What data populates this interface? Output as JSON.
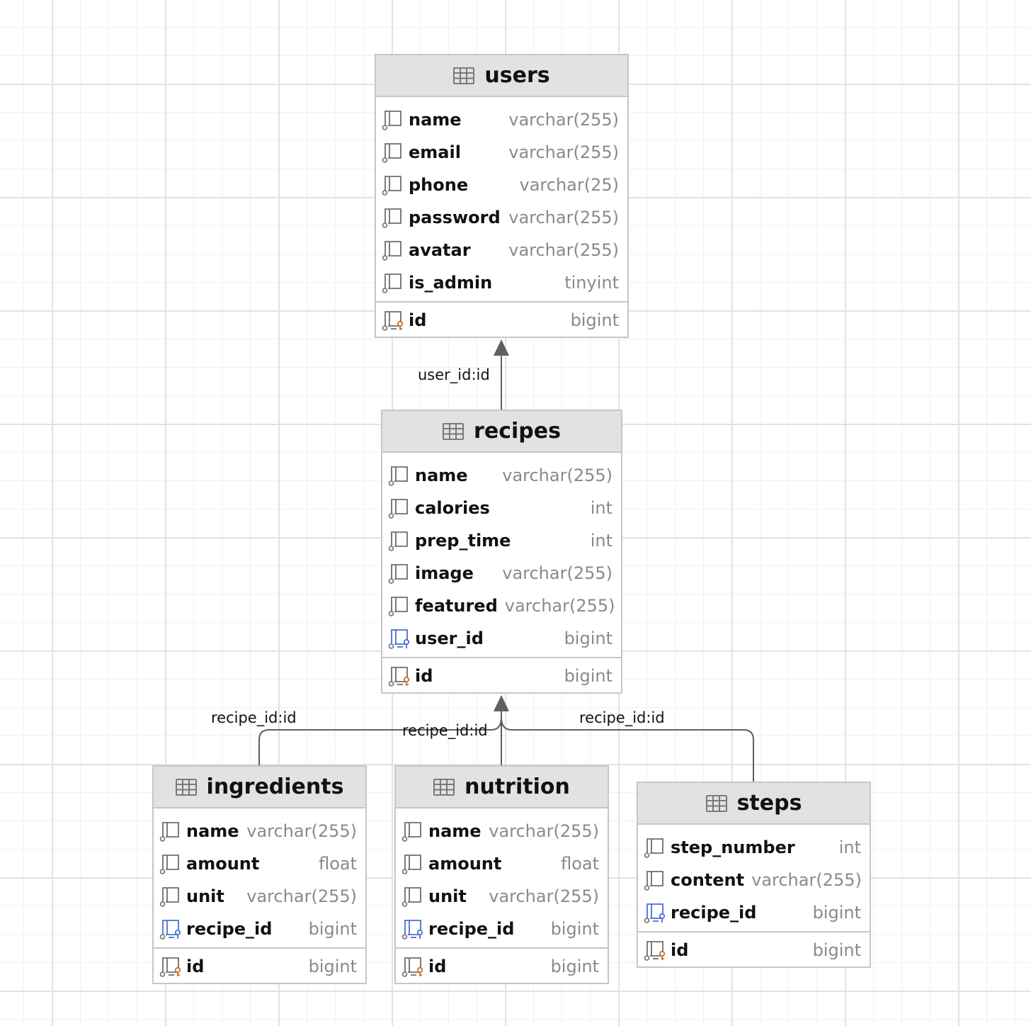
{
  "colors": {
    "header_bg": "#e2e2e2",
    "border": "#c6c6c6",
    "type_text": "#8a8a8a",
    "name_text": "#111111",
    "column_icon": "#6e6e6e",
    "foreign_key_icon": "#4a6fd6",
    "primary_key_icon": "#c8702a",
    "connector": "#5f5f5f"
  },
  "entities": {
    "users": {
      "name": "users",
      "columns": [
        {
          "name": "name",
          "type": "varchar(255)",
          "icon": "column-icon"
        },
        {
          "name": "email",
          "type": "varchar(255)",
          "icon": "column-icon"
        },
        {
          "name": "phone",
          "type": "varchar(25)",
          "icon": "column-icon"
        },
        {
          "name": "password",
          "type": "varchar(255)",
          "icon": "column-icon"
        },
        {
          "name": "avatar",
          "type": "varchar(255)",
          "icon": "column-icon"
        },
        {
          "name": "is_admin",
          "type": "tinyint",
          "icon": "column-icon"
        }
      ],
      "primary_key": {
        "name": "id",
        "type": "bigint",
        "icon": "primary-key-icon"
      }
    },
    "recipes": {
      "name": "recipes",
      "columns": [
        {
          "name": "name",
          "type": "varchar(255)",
          "icon": "column-icon"
        },
        {
          "name": "calories",
          "type": "int",
          "icon": "column-icon"
        },
        {
          "name": "prep_time",
          "type": "int",
          "icon": "column-icon"
        },
        {
          "name": "image",
          "type": "varchar(255)",
          "icon": "column-icon"
        },
        {
          "name": "featured",
          "type": "varchar(255)",
          "icon": "column-icon"
        },
        {
          "name": "user_id",
          "type": "bigint",
          "icon": "foreign-key-icon"
        }
      ],
      "primary_key": {
        "name": "id",
        "type": "bigint",
        "icon": "primary-key-icon"
      }
    },
    "ingredients": {
      "name": "ingredients",
      "columns": [
        {
          "name": "name",
          "type": "varchar(255)",
          "icon": "column-icon"
        },
        {
          "name": "amount",
          "type": "float",
          "icon": "column-icon"
        },
        {
          "name": "unit",
          "type": "varchar(255)",
          "icon": "column-icon"
        },
        {
          "name": "recipe_id",
          "type": "bigint",
          "icon": "foreign-key-icon"
        }
      ],
      "primary_key": {
        "name": "id",
        "type": "bigint",
        "icon": "primary-key-icon"
      }
    },
    "nutrition": {
      "name": "nutrition",
      "columns": [
        {
          "name": "name",
          "type": "varchar(255)",
          "icon": "column-icon"
        },
        {
          "name": "amount",
          "type": "float",
          "icon": "column-icon"
        },
        {
          "name": "unit",
          "type": "varchar(255)",
          "icon": "column-icon"
        },
        {
          "name": "recipe_id",
          "type": "bigint",
          "icon": "foreign-key-icon"
        }
      ],
      "primary_key": {
        "name": "id",
        "type": "bigint",
        "icon": "primary-key-icon"
      }
    },
    "steps": {
      "name": "steps",
      "columns": [
        {
          "name": "step_number",
          "type": "int",
          "icon": "column-icon"
        },
        {
          "name": "content",
          "type": "varchar(255)",
          "icon": "column-icon"
        },
        {
          "name": "recipe_id",
          "type": "bigint",
          "icon": "foreign-key-icon"
        }
      ],
      "primary_key": {
        "name": "id",
        "type": "bigint",
        "icon": "primary-key-icon"
      }
    }
  },
  "relationships": {
    "recipes_users": {
      "from": "recipes",
      "to": "users",
      "label": "user_id:id"
    },
    "ingredients_recipes": {
      "from": "ingredients",
      "to": "recipes",
      "label": "recipe_id:id"
    },
    "nutrition_recipes": {
      "from": "nutrition",
      "to": "recipes",
      "label": "recipe_id:id"
    },
    "steps_recipes": {
      "from": "steps",
      "to": "recipes",
      "label": "recipe_id:id"
    }
  }
}
